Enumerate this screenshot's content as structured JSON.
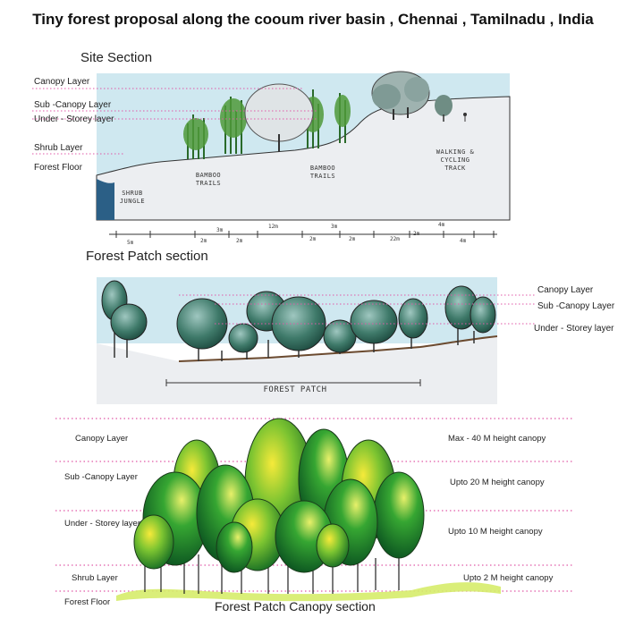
{
  "title": "Tiny forest proposal along the cooum river basin , Chennai , Tamilnadu , India",
  "site_section": {
    "heading": "Site Section",
    "layers": [
      "Canopy Layer",
      "Sub -Canopy Layer",
      "Under - Storey layer",
      "Shrub Layer",
      "Forest Floor"
    ],
    "notes": {
      "shrub": [
        "SHRUB",
        "JUNGLE"
      ],
      "bamboo1": [
        "BAMBOO",
        "TRAILS"
      ],
      "bamboo2": [
        "BAMBOO",
        "TRAILS"
      ],
      "walk": [
        "WALKING &",
        "CYCLING",
        "TRACK"
      ]
    },
    "dimensions": [
      "5m",
      "2m",
      "3m",
      "2m",
      "12m",
      "2m",
      "3m",
      "2m",
      "22m",
      "2m",
      "4m",
      "4m"
    ]
  },
  "forest_patch": {
    "heading": "Forest Patch section",
    "layers": [
      "Canopy Layer",
      "Sub -Canopy Layer",
      "Under - Storey layer"
    ],
    "patch_label": "FOREST PATCH"
  },
  "canopy_section": {
    "heading": "Forest Patch Canopy section",
    "layers": [
      "Canopy Layer",
      "Sub -Canopy Layer",
      "Under - Storey layer",
      "Shrub Layer",
      "Forest Floor"
    ],
    "heights": [
      "Max - 40 M height canopy",
      "Upto 20 M height canopy",
      "Upto 10 M height canopy",
      "Upto 2 M height canopy"
    ]
  },
  "colors": {
    "sky": "#cfe8f0",
    "ground": "#e9ebee",
    "guide_line": "#e05aa8",
    "tree_dark": "#2f6b4f",
    "tree_green": "#3aa232",
    "tree_yellow": "#f4e21a"
  }
}
